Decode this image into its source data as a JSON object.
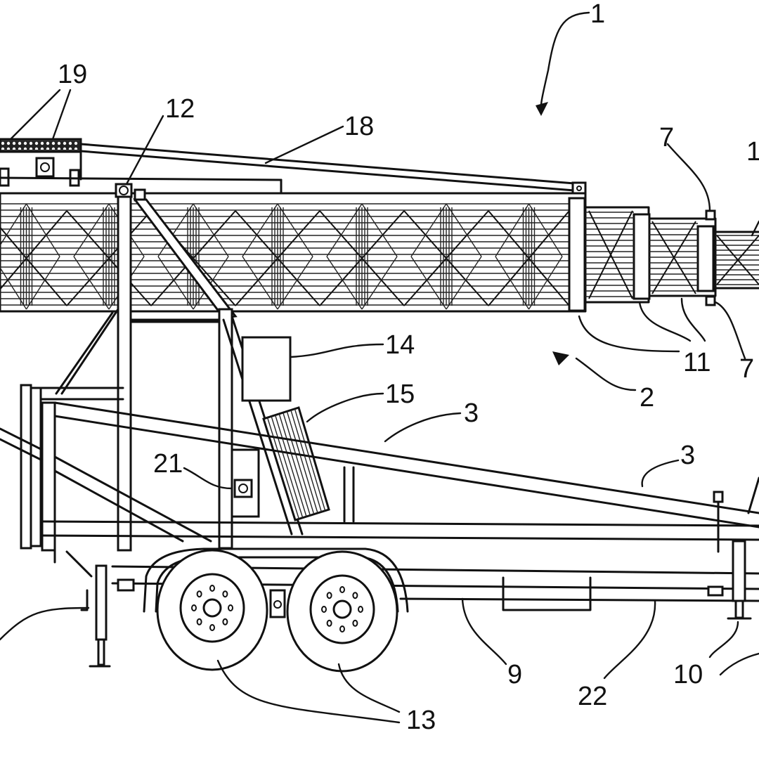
{
  "figure": {
    "type": "patent line drawing",
    "subject": "trailer-mounted telescoping truss conveyor",
    "line_color": "#111111",
    "background": "#ffffff"
  },
  "labels": {
    "l1": "1",
    "l19": "19",
    "l12": "12",
    "l18": "18",
    "l7a": "7",
    "l1b": "1",
    "l14": "14",
    "l11": "11",
    "l7b": "7",
    "l2": "2",
    "l15": "15",
    "l3a": "3",
    "l3b": "3",
    "l21": "21",
    "l9": "9",
    "l22": "22",
    "l10": "10",
    "l13": "13"
  }
}
